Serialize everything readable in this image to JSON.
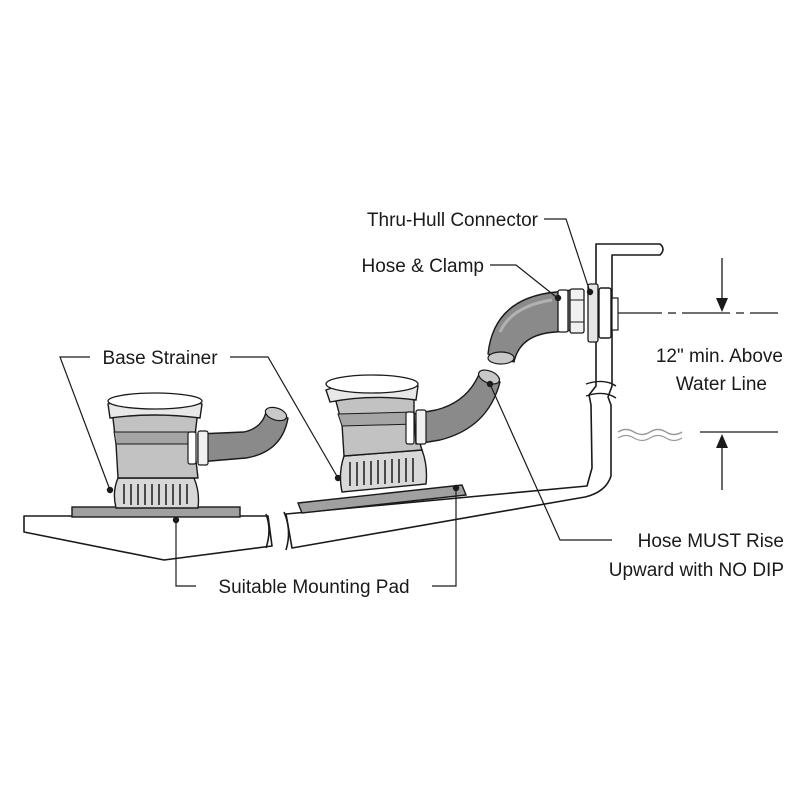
{
  "labels": {
    "thru_hull_connector": "Thru-Hull Connector",
    "hose_and_clamp": "Hose & Clamp",
    "base_strainer": "Base Strainer",
    "water_line_1": "12\" min. Above",
    "water_line_2": "Water Line",
    "hose_rise_1": "Hose MUST Rise",
    "hose_rise_2": "Upward with NO DIP",
    "mounting_pad": "Suitable Mounting Pad"
  },
  "colors": {
    "line": "#1a1a1a",
    "hose": "#8a8a8a",
    "pump_body": "#c2c2c2",
    "pump_band": "#a5a5a5",
    "pad": "#a0a0a0",
    "water": "#9a9a9a"
  }
}
